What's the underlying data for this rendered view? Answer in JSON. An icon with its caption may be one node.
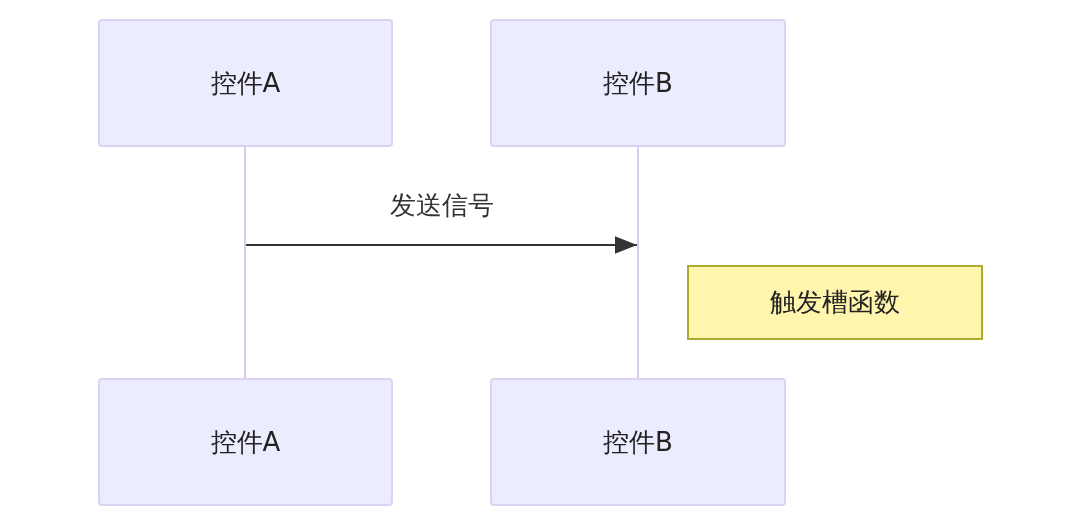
{
  "diagram": {
    "nodes": [
      {
        "text": [
          "控件A"
        ]
      },
      {
        "text": [
          "控件B"
        ]
      },
      {
        "text": [
          "控件A"
        ]
      },
      {
        "text": [
          "控件B"
        ]
      },
      {
        "text": [
          "触发槽函数"
        ]
      },
      {
        "text": [],
        "shape": "bar"
      },
      {
        "text": [],
        "shape": "bar"
      }
    ],
    "edges": [
      {
        "from": 5,
        "to": 6,
        "arrow": "to",
        "label": "发送信号"
      }
    ]
  }
}
